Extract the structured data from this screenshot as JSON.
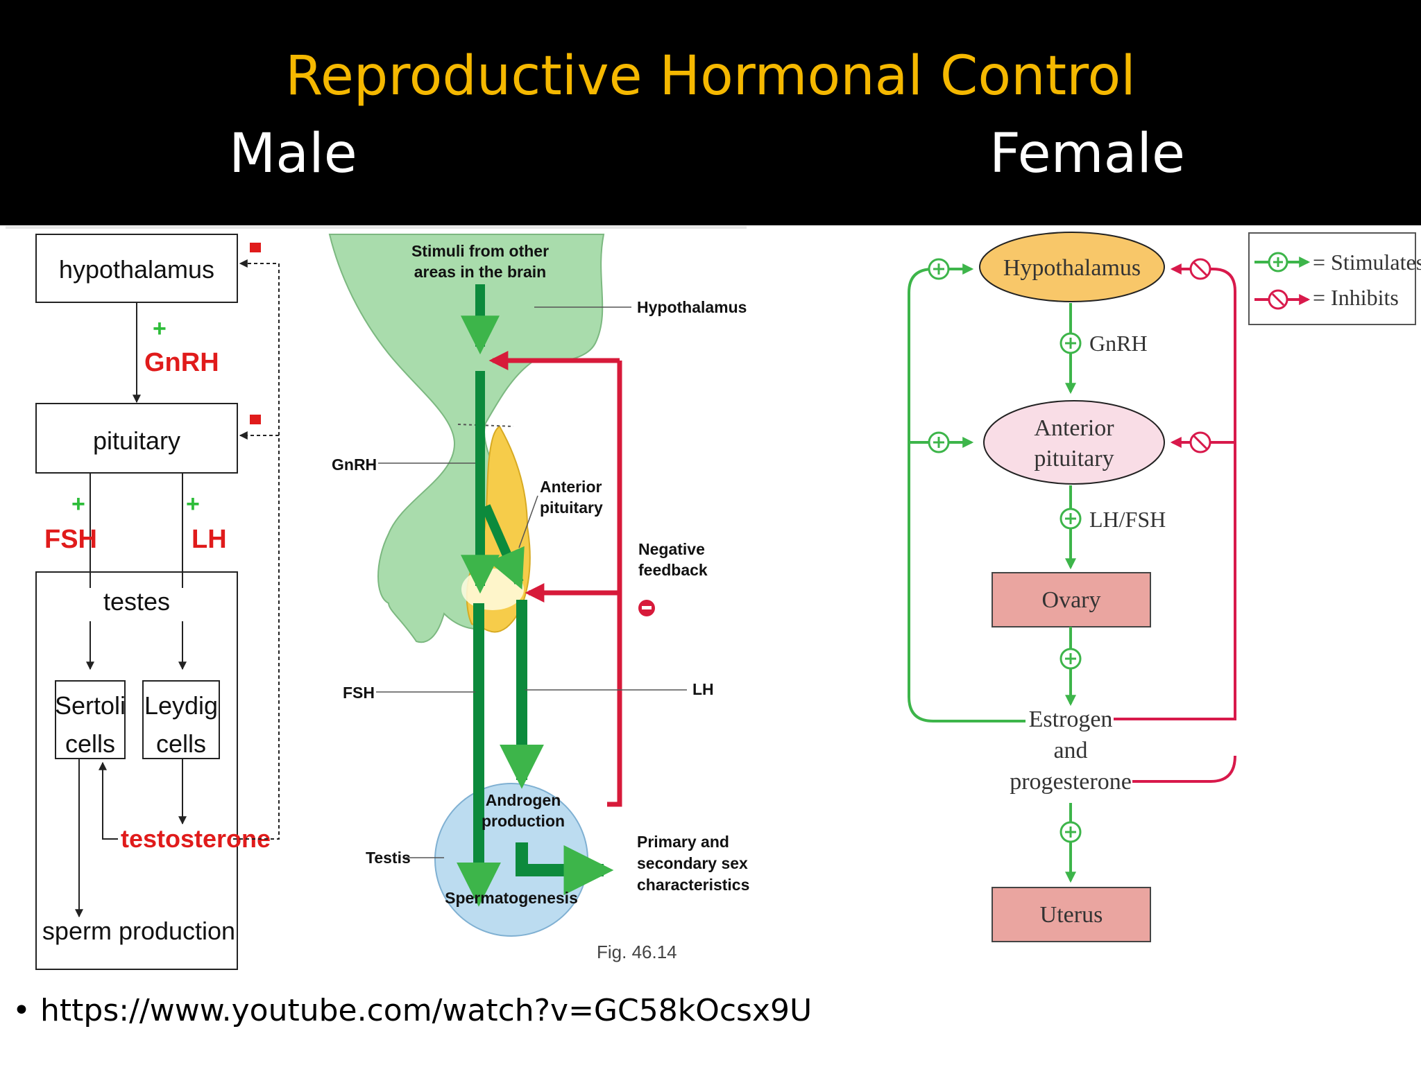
{
  "slide": {
    "title": "Reproductive Hormonal Control",
    "male_heading": "Male",
    "female_heading": "Female",
    "link": "https://www.youtube.com/watch?v=GC58kOcsx9U",
    "bullet_glyph": "•"
  },
  "male_flowchart": {
    "hypothalamus": "hypothalamus",
    "gnrh": "GnRH",
    "pituitary": "pituitary",
    "fsh": "FSH",
    "lh": "LH",
    "plus": "+",
    "testes": "testes",
    "sertoli_1": "Sertoli",
    "sertoli_2": "cells",
    "leydig_1": "Leydig",
    "leydig_2": "cells",
    "testosterone": "testosterone",
    "sperm": "sperm production"
  },
  "male_illustration": {
    "stimuli_1": "Stimuli from other",
    "stimuli_2": "areas in the brain",
    "hypothalamus": "Hypothalamus",
    "gnrh": "GnRH",
    "anterior_1": "Anterior",
    "anterior_2": "pituitary",
    "negative_1": "Negative",
    "negative_2": "feedback",
    "fsh": "FSH",
    "lh": "LH",
    "androgen_1": "Androgen",
    "androgen_2": "production",
    "testis": "Testis",
    "spermatogenesis": "Spermatogenesis",
    "primary_1": "Primary and",
    "primary_2": "secondary sex",
    "primary_3": "characteristics",
    "fig": "Fig. 46.14"
  },
  "female_diagram": {
    "hypothalamus": "Hypothalamus",
    "gnrh": "GnRH",
    "anterior_1": "Anterior",
    "anterior_2": "pituitary",
    "lhfsh": "LH/FSH",
    "ovary": "Ovary",
    "estrogen_1": "Estrogen",
    "estrogen_2": "and",
    "estrogen_3": "progesterone",
    "uterus": "Uterus",
    "legend_stimulates": "= Stimulates",
    "legend_inhibits": "= Inhibits"
  },
  "colors": {
    "title": "#f5b800",
    "stimulate_green": "#3db54a",
    "inhibit_red": "#d8194b",
    "arrow_green": "#0c8a3c",
    "feedback_red": "#d71a3a",
    "hypothalamus_fill": "#f8c769",
    "pituitary_fill": "#f9dde6",
    "box_fill": "#eaa5a0"
  }
}
